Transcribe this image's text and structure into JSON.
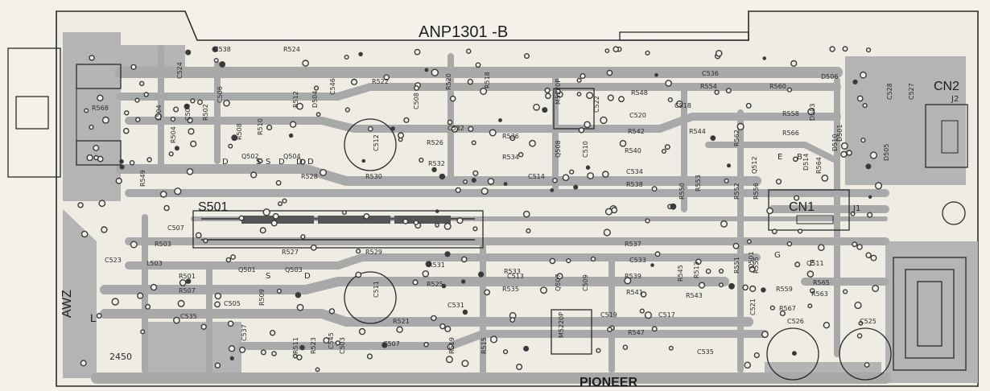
{
  "board": {
    "title": "ANP1301 -B",
    "brand": "PIONEER",
    "connector_labels": {
      "cn2": "CN2",
      "j2": "J2",
      "cn1": "CN1",
      "j1": "J1",
      "s501": "S501"
    },
    "side_labels": {
      "awz": "AWZ",
      "l": "L",
      "freq": "2450"
    },
    "pin_letters": [
      "D",
      "S",
      "D",
      "D",
      "S",
      "D",
      "E",
      "B",
      "E",
      "G",
      "S",
      "D"
    ]
  },
  "components": [
    {
      "id": "c538",
      "label": "C538"
    },
    {
      "id": "r524",
      "label": "R524"
    },
    {
      "id": "r522",
      "label": "R522"
    },
    {
      "id": "r520",
      "label": "R520"
    },
    {
      "id": "r518",
      "label": "R518"
    },
    {
      "id": "r548",
      "label": "R548"
    },
    {
      "id": "r554",
      "label": "R554"
    },
    {
      "id": "r560",
      "label": "R560"
    },
    {
      "id": "c536",
      "label": "C536"
    },
    {
      "id": "d506",
      "label": "D506"
    },
    {
      "id": "c528",
      "label": "C528"
    },
    {
      "id": "c527",
      "label": "C527"
    },
    {
      "id": "c524",
      "label": "C524"
    },
    {
      "id": "l504",
      "label": "L504"
    },
    {
      "id": "c504",
      "label": "C504"
    },
    {
      "id": "r504",
      "label": "R504"
    },
    {
      "id": "r502",
      "label": "R502"
    },
    {
      "id": "c506",
      "label": "C506"
    },
    {
      "id": "r508",
      "label": "R508"
    },
    {
      "id": "r510",
      "label": "R510"
    },
    {
      "id": "r512",
      "label": "R512"
    },
    {
      "id": "d504",
      "label": "D504"
    },
    {
      "id": "c546",
      "label": "C546"
    },
    {
      "id": "c508",
      "label": "C508"
    },
    {
      "id": "ic502",
      "label": "M5220P"
    },
    {
      "id": "c522",
      "label": "C522"
    },
    {
      "id": "c518",
      "label": "C518"
    },
    {
      "id": "c520",
      "label": "C520"
    },
    {
      "id": "r558",
      "label": "R558"
    },
    {
      "id": "r566",
      "label": "R566"
    },
    {
      "id": "r542",
      "label": "R542"
    },
    {
      "id": "r544",
      "label": "R544"
    },
    {
      "id": "c532",
      "label": "C532"
    },
    {
      "id": "c512",
      "label": "C512"
    },
    {
      "id": "r526",
      "label": "R526"
    },
    {
      "id": "r536",
      "label": "R536"
    },
    {
      "id": "q508",
      "label": "Q508"
    },
    {
      "id": "c510",
      "label": "C510"
    },
    {
      "id": "r540",
      "label": "R540"
    },
    {
      "id": "r534",
      "label": "R534"
    },
    {
      "id": "r532",
      "label": "R532"
    },
    {
      "id": "c514",
      "label": "C514"
    },
    {
      "id": "c534",
      "label": "C534"
    },
    {
      "id": "r538",
      "label": "R538"
    },
    {
      "id": "r528",
      "label": "R528"
    },
    {
      "id": "r530",
      "label": "R530"
    },
    {
      "id": "q502",
      "label": "Q502"
    },
    {
      "id": "q504",
      "label": "Q504"
    },
    {
      "id": "r568",
      "label": "R568"
    },
    {
      "id": "r549",
      "label": "R549"
    },
    {
      "id": "r550",
      "label": "R550"
    },
    {
      "id": "r553",
      "label": "R553"
    },
    {
      "id": "r552",
      "label": "R552"
    },
    {
      "id": "r556",
      "label": "R556"
    },
    {
      "id": "r564",
      "label": "R564"
    },
    {
      "id": "q512",
      "label": "Q512"
    },
    {
      "id": "d514",
      "label": "D514"
    },
    {
      "id": "c507",
      "label": "C507"
    },
    {
      "id": "r503",
      "label": "R503"
    },
    {
      "id": "c523",
      "label": "C523"
    },
    {
      "id": "l503",
      "label": "L503"
    },
    {
      "id": "r527",
      "label": "R527"
    },
    {
      "id": "r529",
      "label": "R529"
    },
    {
      "id": "r537",
      "label": "R537"
    },
    {
      "id": "c513",
      "label": "C513"
    },
    {
      "id": "c533",
      "label": "C533"
    },
    {
      "id": "r531",
      "label": "R531"
    },
    {
      "id": "r533",
      "label": "R533"
    },
    {
      "id": "r539",
      "label": "R539"
    },
    {
      "id": "r501",
      "label": "R501"
    },
    {
      "id": "q501",
      "label": "Q501"
    },
    {
      "id": "q503",
      "label": "Q503"
    },
    {
      "id": "r507",
      "label": "R507"
    },
    {
      "id": "c505",
      "label": "C505"
    },
    {
      "id": "c535",
      "label": "C535"
    },
    {
      "id": "c511",
      "label": "C511"
    },
    {
      "id": "r525",
      "label": "R525"
    },
    {
      "id": "r535",
      "label": "R535"
    },
    {
      "id": "q507",
      "label": "Q507"
    },
    {
      "id": "c509",
      "label": "C509"
    },
    {
      "id": "r541",
      "label": "R541"
    },
    {
      "id": "r543",
      "label": "R543"
    },
    {
      "id": "c531",
      "label": "C531"
    },
    {
      "id": "r521",
      "label": "R521"
    },
    {
      "id": "r509",
      "label": "R509"
    },
    {
      "id": "c537",
      "label": "C537"
    },
    {
      "id": "r511",
      "label": "R511"
    },
    {
      "id": "c503",
      "label": "C503"
    },
    {
      "id": "c545",
      "label": "C545"
    },
    {
      "id": "r523",
      "label": "R523"
    },
    {
      "id": "c507b",
      "label": "C507"
    },
    {
      "id": "r519",
      "label": "R519"
    },
    {
      "id": "r515",
      "label": "R515"
    },
    {
      "id": "ic501",
      "label": "M5220P"
    },
    {
      "id": "c519",
      "label": "C519"
    },
    {
      "id": "c517",
      "label": "C517"
    },
    {
      "id": "r547",
      "label": "R547"
    },
    {
      "id": "r563",
      "label": "R563"
    },
    {
      "id": "r565",
      "label": "R565"
    },
    {
      "id": "r567",
      "label": "R567"
    },
    {
      "id": "r559",
      "label": "R559"
    },
    {
      "id": "r555",
      "label": "R555"
    },
    {
      "id": "r551",
      "label": "R551"
    },
    {
      "id": "r513",
      "label": "R513"
    },
    {
      "id": "r545",
      "label": "R545"
    },
    {
      "id": "q511",
      "label": "Q511"
    },
    {
      "id": "q501b",
      "label": "Q501"
    },
    {
      "id": "c521",
      "label": "C521"
    },
    {
      "id": "c526",
      "label": "C526"
    },
    {
      "id": "c525",
      "label": "C525"
    },
    {
      "id": "c535b",
      "label": "C535"
    },
    {
      "id": "d503",
      "label": "D503"
    },
    {
      "id": "d501",
      "label": "D501"
    },
    {
      "id": "d505",
      "label": "D505"
    },
    {
      "id": "r562",
      "label": "R562"
    },
    {
      "id": "d510",
      "label": "D510"
    }
  ]
}
